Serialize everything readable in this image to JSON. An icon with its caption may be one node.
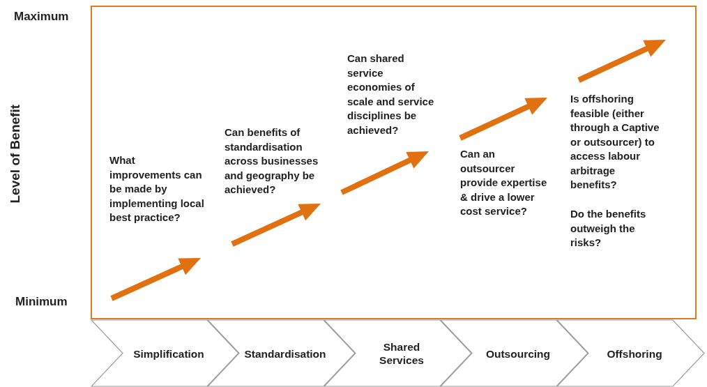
{
  "diagram": {
    "nodes": [
      {
        "text": [
          "Simplification"
        ]
      },
      {
        "text": [
          "Standardisation"
        ]
      },
      {
        "text": [
          "Shared Services"
        ]
      },
      {
        "text": [
          "Outsourcing"
        ]
      },
      {
        "text": [
          "Offshoring"
        ]
      }
    ],
    "edges": [],
    "labels": [
      "Maximum",
      "Level of Benefit",
      "Minimum",
      "What improvements can be made by implementing local best practice?",
      "Can benefits of standardisation across businesses and geography be achieved?",
      "Can shared service economies of scale and service disciplines be achieved?",
      "Can an outsourcer provide expertise & drive a lower cost service?",
      "Is offshoring feasible (either through a Captive or outsourcer) to access labour arbitrage benefits?",
      "Do the benefits outweigh the risks?"
    ]
  }
}
